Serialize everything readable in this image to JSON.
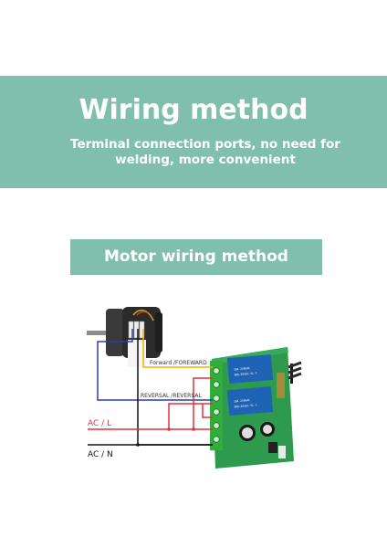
{
  "header": {
    "title": "Wiring method",
    "subtitle": "Terminal connection ports, no need for welding, more convenient"
  },
  "section": {
    "title": "Motor wiring method"
  },
  "diagram": {
    "forward_label": "Forward /FOREWARD",
    "reversal_label": "REVERSAL /REVERSAL",
    "ac_live_label": "AC / L",
    "ac_neutral_label": "AC / N",
    "motor_label": "",
    "colors": {
      "banner": "#7fbfab",
      "wire_live": "#e0323b",
      "wire_neutral": "#111111",
      "wire_forward": "#f0b400",
      "wire_reversal": "#2a3fb0",
      "pcb": "#2e9a4e",
      "relay": "#1f63b5",
      "terminal": "#2fae3a"
    }
  }
}
